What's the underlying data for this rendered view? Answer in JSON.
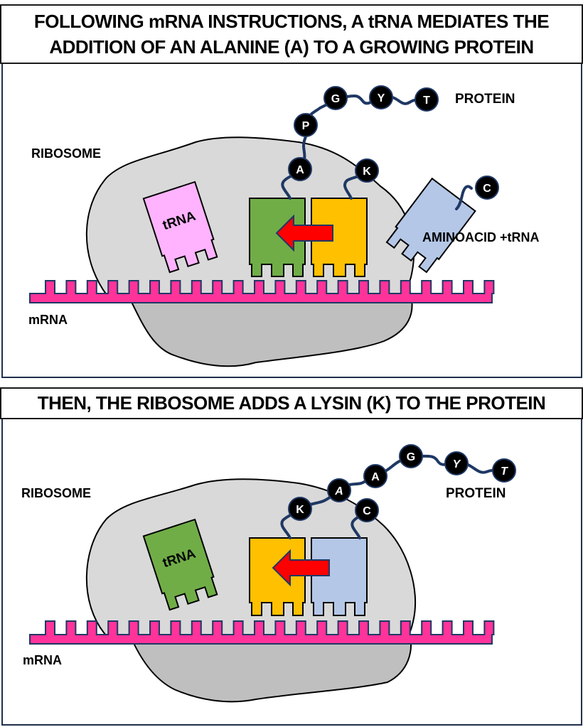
{
  "panels": [
    {
      "title": "FOLLOWING mRNA INSTRUCTIONS, A tRNA MEDIATES THE ADDITION OF AN ALANINE (A) TO A GROWING PROTEIN",
      "title_lines": [
        "FOLLOWING mRNA INSTRUCTIONS, A tRNA MEDIATES THE",
        "ADDITION OF AN ALANINE (A) TO A GROWING PROTEIN"
      ],
      "labels": {
        "ribosome": "RIBOSOME",
        "protein": "PROTEIN",
        "mrna": "mRNA",
        "free_trna": "tRNA",
        "incoming": "AMINOACID +tRNA"
      },
      "protein_chain": [
        "A",
        "P",
        "G",
        "Y",
        "T"
      ],
      "site_amino_acids": {
        "left": "A",
        "right": "K",
        "incoming": "C"
      },
      "colors": {
        "free_trna": "#ffb3ff",
        "left_trna": "#70ad47",
        "right_trna": "#ffc000",
        "incoming_trna": "#b4c7e7"
      }
    },
    {
      "title": "THEN, THE RIBOSOME ADDS A LYSIN (K) TO THE PROTEIN",
      "labels": {
        "ribosome": "RIBOSOME",
        "protein": "PROTEIN",
        "mrna": "mRNA",
        "free_trna": "tRNA"
      },
      "protein_chain": [
        "K",
        "A",
        "A",
        "G",
        "Y",
        "T"
      ],
      "site_amino_acids": {
        "left": "K",
        "right": "C"
      },
      "colors": {
        "free_trna": "#70ad47",
        "left_trna": "#ffc000",
        "right_trna": "#b4c7e7"
      }
    }
  ],
  "colors": {
    "mrna": "#ff3399",
    "ribosome_top": "#d9d9d9",
    "ribosome_bottom": "#bfbfbf",
    "arrow": "#ff0000",
    "chain": "#1f3864",
    "amino_acid": "#000000"
  }
}
